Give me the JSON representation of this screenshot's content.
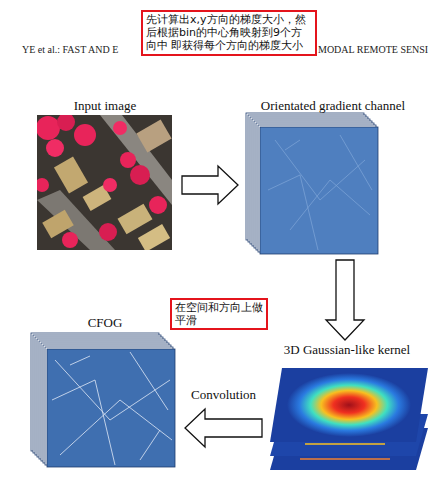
{
  "diagram": {
    "nodes": [
      {
        "text": [
          "先计算出x,y方向的梯度大小，然后根据bin的中心角映射到9个方向中 即获得每个方向的梯度大小"
        ]
      },
      {
        "text": [
          "Input image"
        ]
      },
      {
        "text": [
          "Orientated gradient channel"
        ]
      },
      {
        "text": [
          "在空间和方向上做平滑"
        ]
      },
      {
        "text": [
          "CFOG"
        ]
      },
      {
        "text": [
          "3D Gaussian-like kernel"
        ]
      }
    ],
    "edges": [
      {
        "from": 1,
        "to": 2,
        "arrow": "to"
      },
      {
        "from": 2,
        "to": 5,
        "arrow": "to"
      },
      {
        "from": 5,
        "to": 4,
        "label": "Convolution",
        "arrow": "to"
      }
    ],
    "labels": [
      "YE et al.: FAST AND E",
      "MODAL REMOTE SENSI"
    ]
  }
}
